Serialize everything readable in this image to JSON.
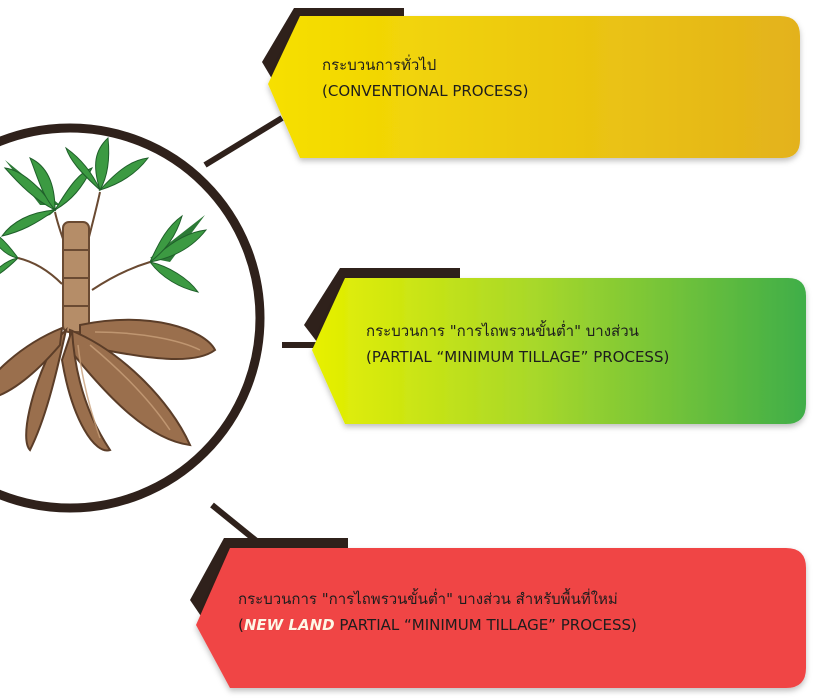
{
  "colors": {
    "frame": "#2f211b",
    "circle_bg": "#ffffff",
    "card1_start": "#f6e000",
    "card1_end": "#e3b21c",
    "card2_start": "#e8f000",
    "card2_end": "#3fae48",
    "card3": "#f04545"
  },
  "icons": {
    "center": "cassava-root-icon"
  },
  "cards": [
    {
      "line1": "กระบวนการทั่วไป",
      "line2": "(CONVENTIONAL PROCESS)"
    },
    {
      "line1": "กระบวนการ \"การไถพรวนขั้นต่ำ\" บางส่วน",
      "line2": "(PARTIAL “MINIMUM TILLAGE” PROCESS)"
    },
    {
      "line1": "กระบวนการ \"การไถพรวนขั้นต่ำ\" บางส่วน สำหรับพื้นที่ใหม่",
      "line2_prefix": "(",
      "line2_accent": "NEW LAND",
      "line2_rest": " PARTIAL “MINIMUM TILLAGE” PROCESS)"
    }
  ]
}
